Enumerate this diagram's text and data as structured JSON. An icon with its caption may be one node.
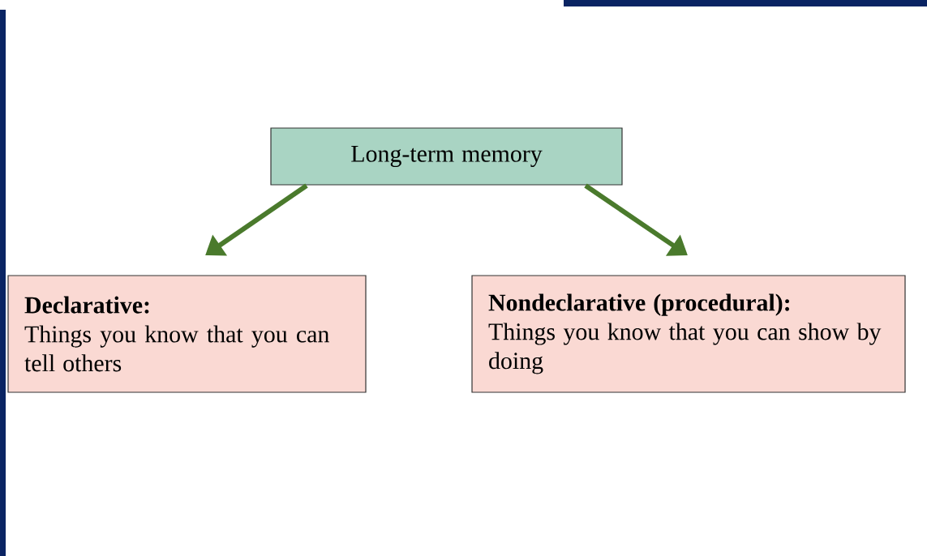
{
  "diagram": {
    "nodes": [
      {
        "text": [
          "Long-term memory"
        ]
      },
      {
        "text": [
          "Declarative:",
          "Things you know that you can tell others"
        ]
      },
      {
        "text": [
          "Nondeclarative (procedural):",
          "Things you know that you can show by doing"
        ]
      }
    ],
    "edges": [
      {
        "from": 0,
        "to": 1,
        "arrow": "to"
      },
      {
        "from": 0,
        "to": 2,
        "arrow": "to"
      }
    ]
  }
}
